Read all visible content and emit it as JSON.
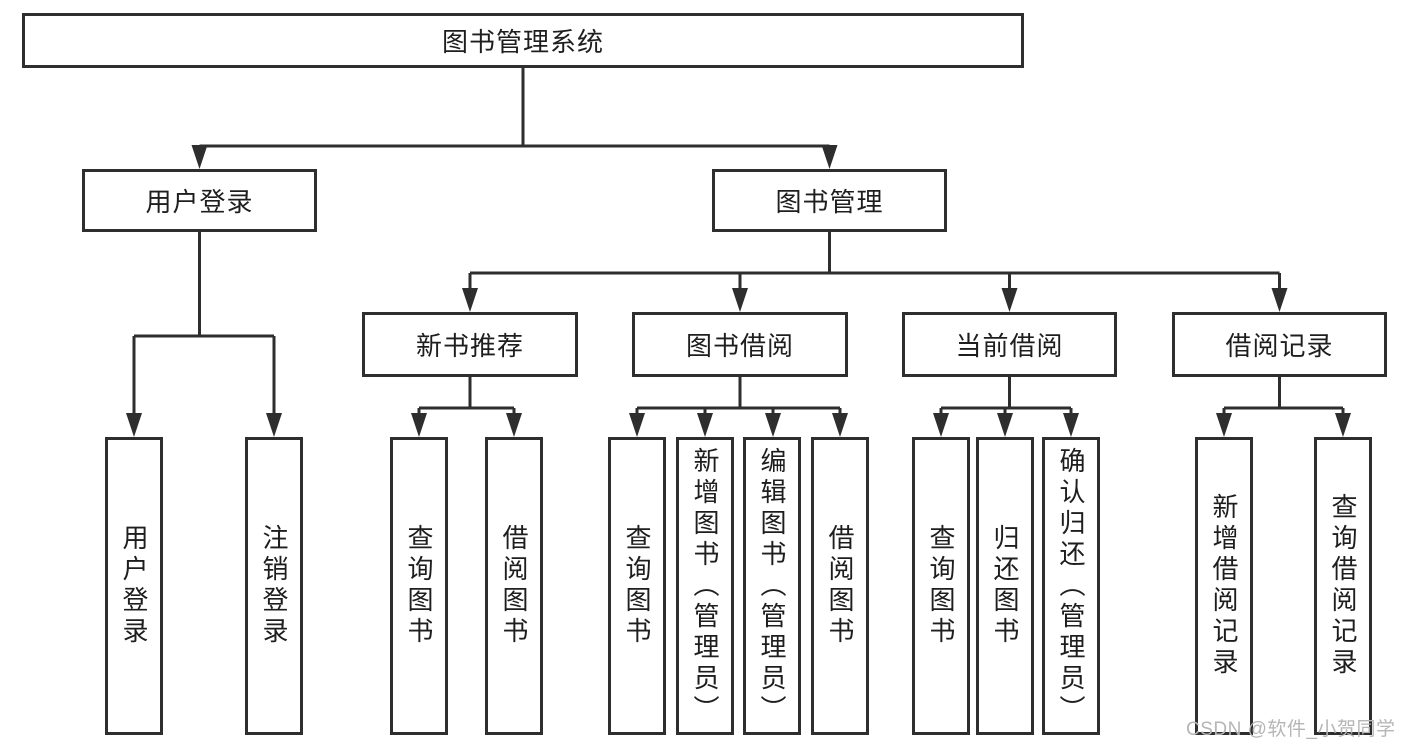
{
  "tree": {
    "root": {
      "label": "图书管理系统"
    },
    "branches": [
      {
        "label": "用户登录",
        "leaves": [
          {
            "label": "用户登录"
          },
          {
            "label": "注销登录"
          }
        ]
      },
      {
        "label": "图书管理",
        "groups": [
          {
            "label": "新书推荐",
            "leaves": [
              {
                "label": "查询图书"
              },
              {
                "label": "借阅图书"
              }
            ]
          },
          {
            "label": "图书借阅",
            "leaves": [
              {
                "label": "查询图书"
              },
              {
                "label": "新增图书（管理员）"
              },
              {
                "label": "编辑图书（管理员）"
              },
              {
                "label": "借阅图书"
              }
            ]
          },
          {
            "label": "当前借阅",
            "leaves": [
              {
                "label": "查询图书"
              },
              {
                "label": "归还图书"
              },
              {
                "label": "确认归还（管理员）"
              }
            ]
          },
          {
            "label": "借阅记录",
            "leaves": [
              {
                "label": "新增借阅记录"
              },
              {
                "label": "查询借阅记录"
              }
            ]
          }
        ]
      }
    ]
  },
  "watermark": {
    "text": "CSDN @软件_小贺同学",
    "color": "#b7b5b6"
  },
  "colors": {
    "line": "#2e2e2e",
    "text": "#1e1e1e",
    "background": "#ffffff"
  }
}
